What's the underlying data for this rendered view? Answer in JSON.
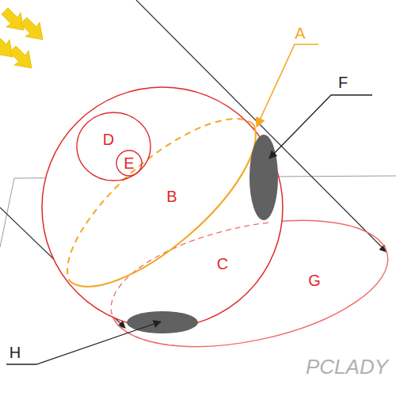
{
  "diagram": {
    "nodes": [
      {
        "text": [
          "D"
        ]
      },
      {
        "text": [
          "E"
        ],
        "in": 0
      }
    ],
    "labels": [
      "A",
      "B",
      "C",
      "F",
      "G",
      "H",
      "PCLADY"
    ]
  }
}
